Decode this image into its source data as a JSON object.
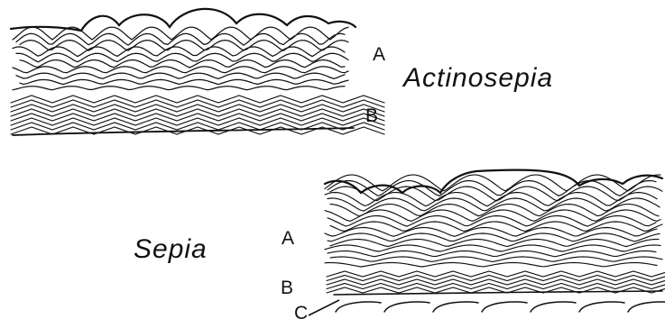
{
  "figure": {
    "actinosepia": {
      "name": "Actinosepia",
      "label_a": "A",
      "label_b": "B"
    },
    "sepia": {
      "name": "Sepia",
      "label_a": "A",
      "label_b": "B",
      "label_c": "C"
    }
  },
  "style": {
    "ink": "#111111",
    "paper": "#ffffff"
  }
}
